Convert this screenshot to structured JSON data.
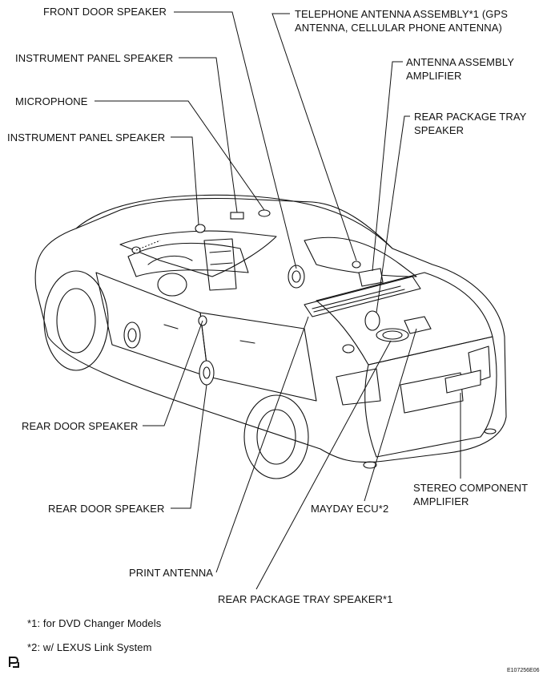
{
  "labels": {
    "front_door_speaker": "FRONT DOOR SPEAKER",
    "telephone_antenna_l1": "TELEPHONE ANTENNA ASSEMBLY*1 (GPS",
    "telephone_antenna_l2": "ANTENNA, CELLULAR PHONE ANTENNA)",
    "instrument_panel_speaker_top": "INSTRUMENT PANEL SPEAKER",
    "antenna_amp_l1": "ANTENNA ASSEMBLY",
    "antenna_amp_l2": "AMPLIFIER",
    "microphone": "MICROPHONE",
    "rear_package_tray_l1": "REAR PACKAGE TRAY",
    "rear_package_tray_l2": "SPEAKER",
    "instrument_panel_speaker": "INSTRUMENT PANEL SPEAKER",
    "rear_door_speaker_upper": "REAR DOOR SPEAKER",
    "rear_door_speaker_lower": "REAR DOOR SPEAKER",
    "stereo_amp_l1": "STEREO COMPONENT",
    "stereo_amp_l2": "AMPLIFIER",
    "mayday_ecu": "MAYDAY ECU*2",
    "print_antenna": "PRINT ANTENNA",
    "rear_package_tray_speaker_1": "REAR PACKAGE TRAY SPEAKER*1"
  },
  "footnotes": {
    "note1": "*1: for DVD Changer Models",
    "note2": "*2: w/ LEXUS Link System"
  },
  "figure_code": "E107256E06"
}
